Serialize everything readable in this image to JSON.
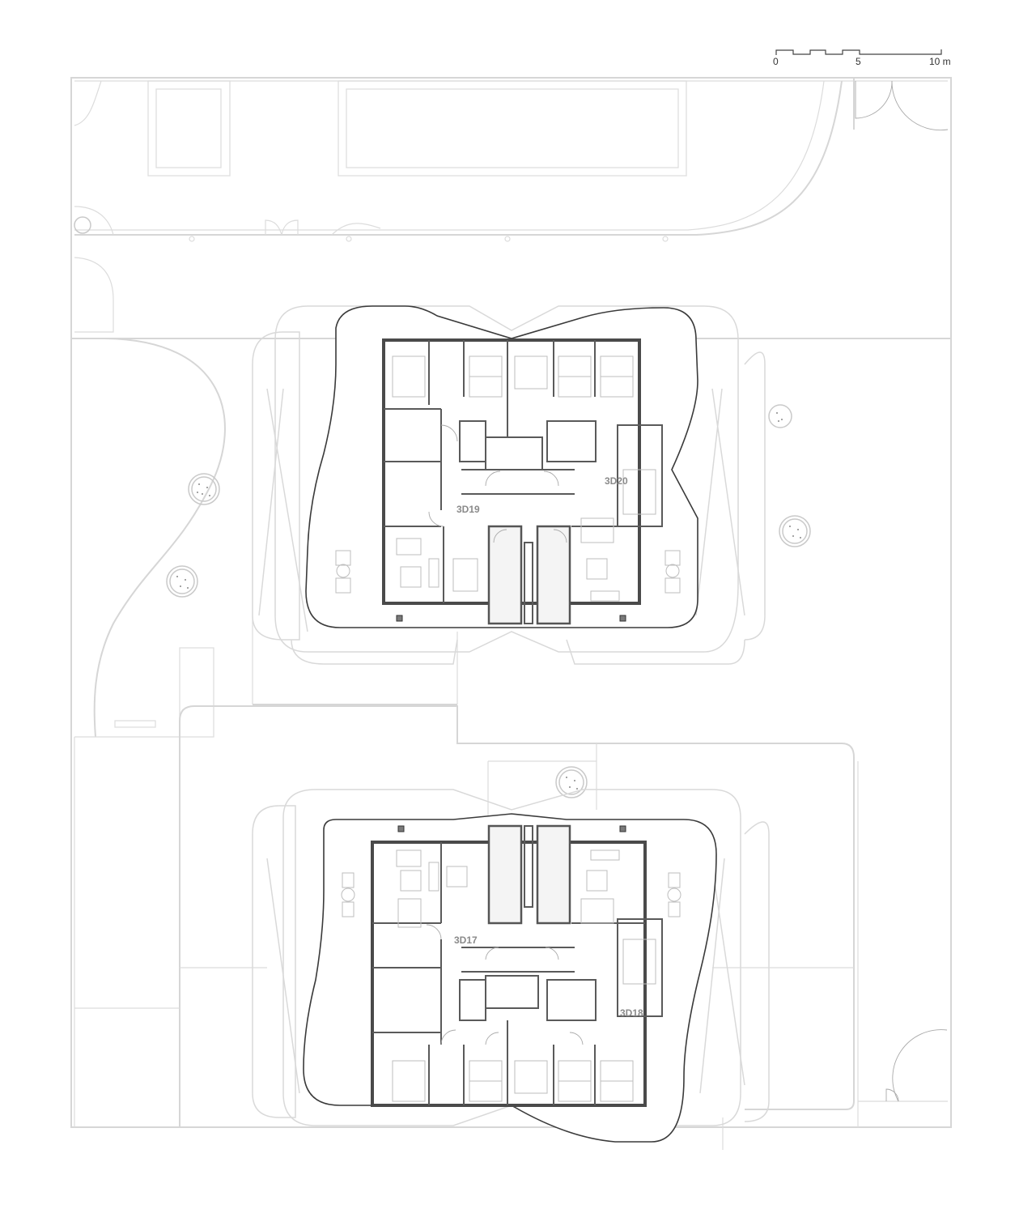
{
  "drawing": {
    "type": "architectural floor plan",
    "buildings": 2
  },
  "scale_bar": {
    "ticks": [
      {
        "label": "0"
      },
      {
        "label": "5"
      },
      {
        "label": "10 m"
      }
    ]
  },
  "units": {
    "north_building": [
      {
        "label": "3D19"
      },
      {
        "label": "3D20"
      }
    ],
    "south_building": [
      {
        "label": "3D17"
      },
      {
        "label": "3D18"
      }
    ]
  },
  "colors": {
    "wall": "#4a4a4a",
    "outline": "#3a3a3a",
    "context": "#d6d6d6",
    "label": "#8a8a8a"
  }
}
